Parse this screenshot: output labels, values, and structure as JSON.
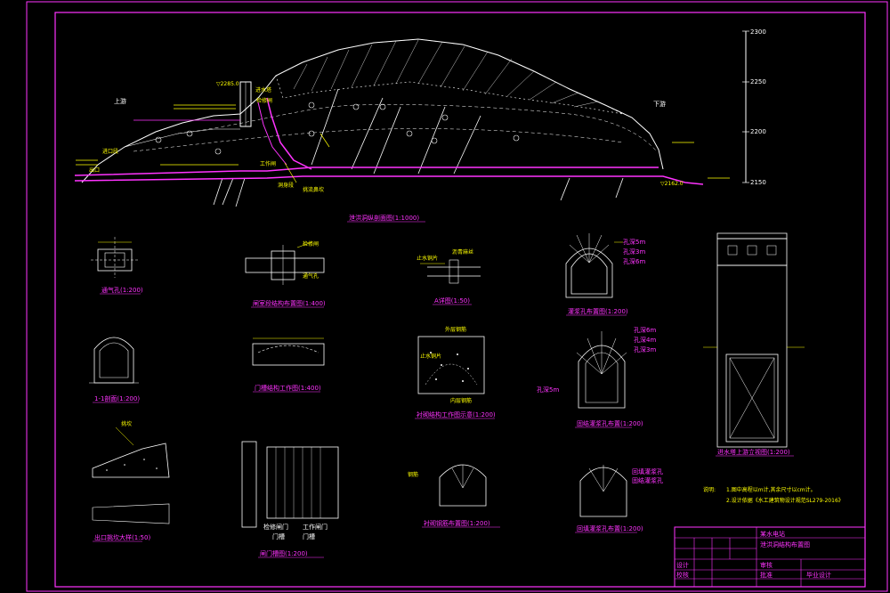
{
  "sheet": {
    "background": "#000000",
    "frame_color": "#ff33ff",
    "line_color": "#ffffff",
    "accent_yellow": "#ffff00",
    "accent_green": "#00ff66"
  },
  "main_profile": {
    "upstream_label": "上游",
    "downstream_label": "下游",
    "title": "泄洪洞纵剖面图(1:1000)",
    "annotations": [
      "进水塔",
      "进口段",
      "检修闸",
      "工作闸",
      "洞身段",
      "出口",
      "挑流鼻坎"
    ],
    "scale_labels": [
      "2300",
      "2250",
      "2200",
      "2150"
    ]
  },
  "details": [
    {
      "id": "d1",
      "title": "通气孔(1:200)"
    },
    {
      "id": "d2",
      "title": "闸室段结构布置图(1:400)"
    },
    {
      "id": "d3",
      "title": "A详图(1:50)"
    },
    {
      "id": "d4",
      "title": "灌浆孔布置图(1:200)"
    },
    {
      "id": "d5",
      "title": "1-1剖面(1:200)"
    },
    {
      "id": "d6",
      "title": "门槽结构工作图(1:400)"
    },
    {
      "id": "d7",
      "title": "衬砌结构工作图示意(1:200)"
    },
    {
      "id": "d8",
      "title": "固结灌浆孔布置(1:200)"
    },
    {
      "id": "d9",
      "title": "出口挑坎大样(1:50)"
    },
    {
      "id": "d10",
      "title": "闸门槽图(1:200)"
    },
    {
      "id": "d11",
      "title": "衬砌钢筋布置图(1:200)"
    },
    {
      "id": "d12",
      "title": "回填灌浆孔布置(1:200)"
    },
    {
      "id": "d13",
      "title": "进水塔上游立视图(1:200)"
    }
  ],
  "labels": {
    "d4_holes": [
      "孔深5m",
      "孔深3m",
      "孔深6m"
    ],
    "d8_holes": [
      "孔深6m",
      "孔深4m",
      "孔深3m",
      "孔深5m"
    ],
    "d10": [
      "检修闸门",
      "工作闸门",
      "门槽",
      "门槽"
    ],
    "d7": [
      "外层钢筋",
      "内层钢筋",
      "止水铜片"
    ],
    "d3": [
      "止水铜片",
      "沥青麻丝"
    ],
    "d2": [
      "检修闸",
      "通气孔"
    ],
    "d9": [
      "挑坎"
    ],
    "d11": [
      "钢筋"
    ],
    "d12": [
      "回填灌浆孔",
      "固结灌浆孔"
    ],
    "elev": [
      "▽2285.0",
      "▽2162.0"
    ]
  },
  "notes": {
    "heading": "说明:",
    "line1": "1.图中高程以m计,其余尺寸以cm计。",
    "line2": "2.设计依据《水工建筑物设计规范SL279-2016》"
  },
  "title_block": {
    "project": "某水电站",
    "drawing_name": "泄洪洞结构布置图",
    "rows": [
      "设计",
      "校核",
      "审核",
      "批准"
    ],
    "footer": "毕业设计"
  }
}
